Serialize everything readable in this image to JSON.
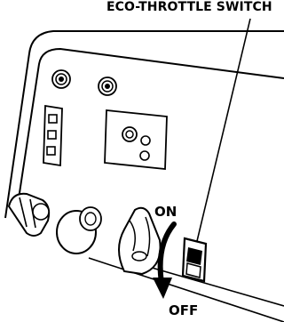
{
  "labels": {
    "title": "ECO-THROTTLE SWITCH",
    "on": "ON",
    "off": "OFF"
  },
  "icons": {
    "direction_arrow": "curved-arrow-down-icon",
    "switch": "rocker-switch-icon"
  }
}
